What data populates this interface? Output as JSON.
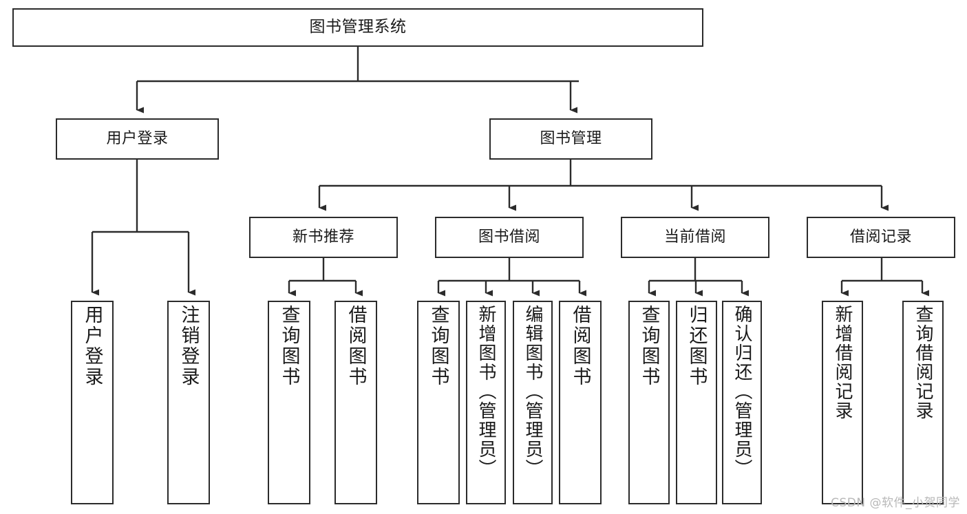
{
  "diagram": {
    "title": "图书管理系统",
    "type": "tree",
    "watermark": "CSDN @软件_小贺同学",
    "root": {
      "label": "图书管理系统"
    },
    "level1": [
      {
        "label": "用户登录"
      },
      {
        "label": "图书管理"
      }
    ],
    "level2": [
      {
        "label": "新书推荐"
      },
      {
        "label": "图书借阅"
      },
      {
        "label": "当前借阅"
      },
      {
        "label": "借阅记录"
      }
    ],
    "leaves": {
      "user_login": [
        {
          "label": "用户登录"
        },
        {
          "label": "注销登录"
        }
      ],
      "new_book_recommend": [
        {
          "label": "查询图书"
        },
        {
          "label": "借阅图书"
        }
      ],
      "book_borrow": [
        {
          "label": "查询图书"
        },
        {
          "label": "新增图书（管理员）"
        },
        {
          "label": "编辑图书（管理员）"
        },
        {
          "label": "借阅图书"
        }
      ],
      "current_borrow": [
        {
          "label": "查询图书"
        },
        {
          "label": "归还图书"
        },
        {
          "label": "确认归还（管理员）"
        }
      ],
      "borrow_record": [
        {
          "label": "新增借阅记录"
        },
        {
          "label": "查询借阅记录"
        }
      ]
    },
    "colors": {
      "stroke": "#2b2b2b",
      "fill": "#ffffff",
      "text": "#1a1a1a",
      "watermark": "#b8b8b8"
    }
  }
}
